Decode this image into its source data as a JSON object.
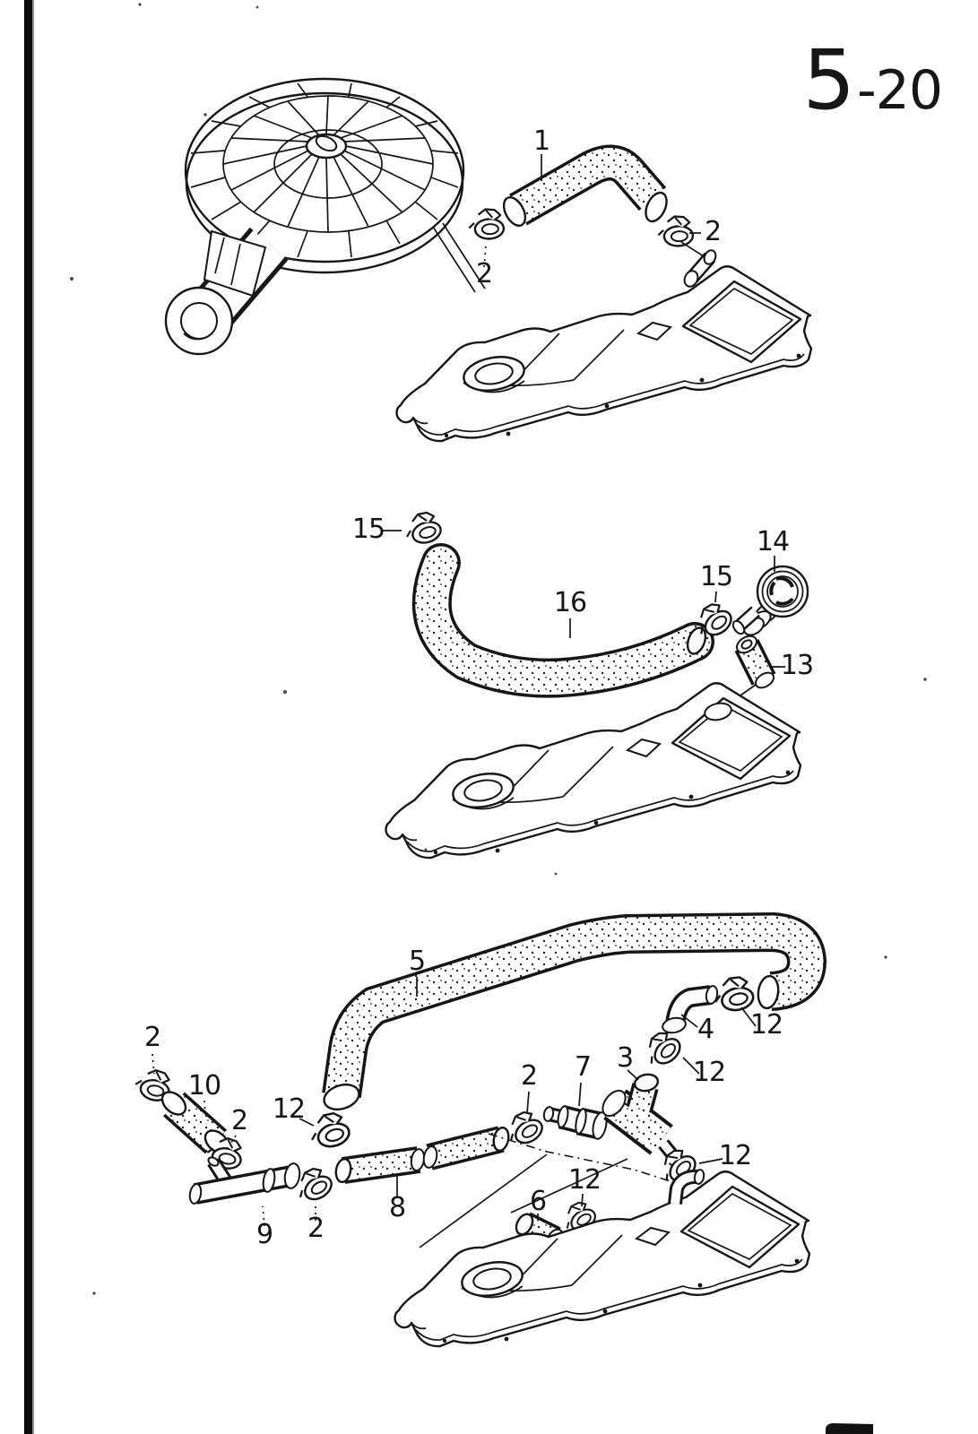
{
  "page": {
    "number_main": "5",
    "number_sub": "-20",
    "ink_color": "#161616",
    "paper_color": "#ffffff"
  },
  "figure": {
    "type": "exploded-parts-diagram",
    "sections": {
      "top": {
        "callouts": [
          {
            "label": "1"
          },
          {
            "label": "2"
          },
          {
            "label": "2"
          }
        ]
      },
      "middle": {
        "callouts": [
          {
            "label": "15"
          },
          {
            "label": "16"
          },
          {
            "label": "15"
          },
          {
            "label": "14"
          },
          {
            "label": "13"
          }
        ]
      },
      "bottom": {
        "callouts": [
          {
            "label": "5"
          },
          {
            "label": "4"
          },
          {
            "label": "12"
          },
          {
            "label": "2"
          },
          {
            "label": "10"
          },
          {
            "label": "2"
          },
          {
            "label": "12"
          },
          {
            "label": "2"
          },
          {
            "label": "9"
          },
          {
            "label": "8"
          },
          {
            "label": "2"
          },
          {
            "label": "7"
          },
          {
            "label": "3"
          },
          {
            "label": "12"
          },
          {
            "label": "12"
          },
          {
            "label": "12"
          },
          {
            "label": "6"
          }
        ]
      }
    }
  }
}
